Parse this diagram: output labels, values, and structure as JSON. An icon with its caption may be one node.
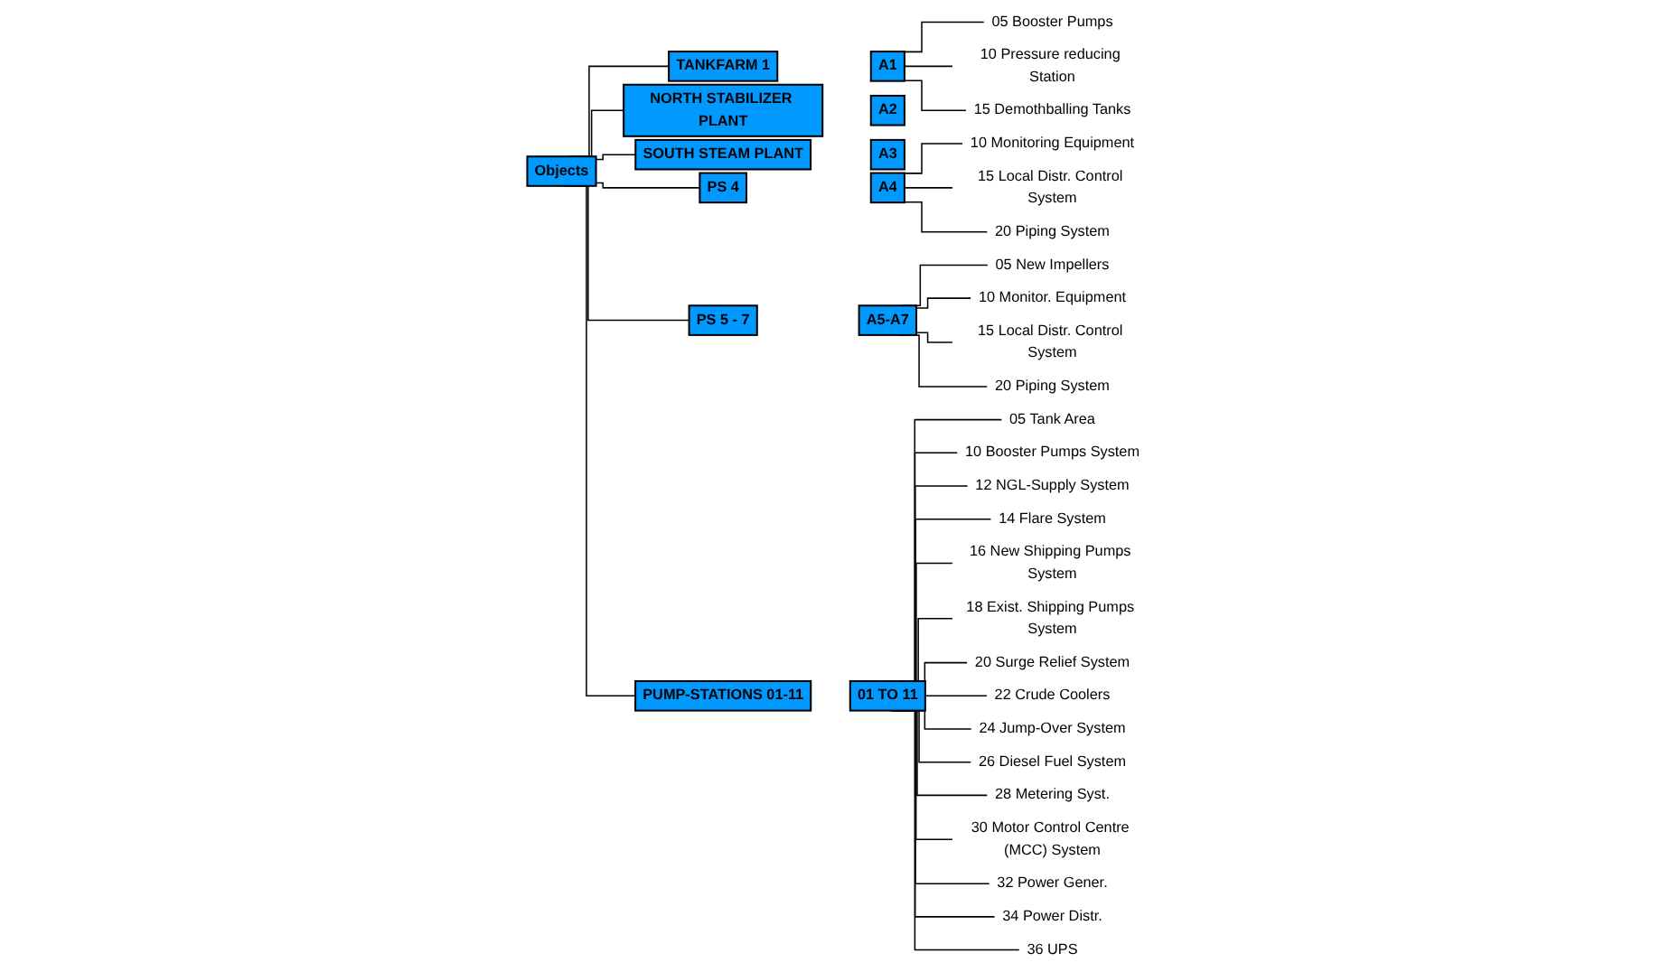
{
  "diagram": {
    "nodes": [
      {
        "text": [
          "Objects"
        ]
      },
      {
        "text": [
          "A1"
        ]
      },
      {
        "text": [
          "TANKFARM 1"
        ]
      },
      {
        "text": [
          "05 Booster Pumps"
        ]
      },
      {
        "text": [
          "10 Pressure reducing Station"
        ]
      },
      {
        "text": [
          "15 Demothballing Tanks"
        ]
      },
      {
        "text": [
          "A2"
        ]
      },
      {
        "text": [
          "NORTH STABILIZER PLANT"
        ]
      },
      {
        "text": [
          "A3"
        ]
      },
      {
        "text": [
          "SOUTH STEAM PLANT"
        ]
      },
      {
        "text": [
          "A4"
        ]
      },
      {
        "text": [
          "PS 4"
        ]
      },
      {
        "text": [
          "10 Monitoring Equipment"
        ]
      },
      {
        "text": [
          "15 Local Distr. Control System"
        ]
      },
      {
        "text": [
          "20 Piping System"
        ]
      },
      {
        "text": [
          "A5-A7"
        ]
      },
      {
        "text": [
          "PS 5 - 7"
        ]
      },
      {
        "text": [
          "05 New Impellers"
        ]
      },
      {
        "text": [
          "10 Monitor. Equipment"
        ]
      },
      {
        "text": [
          "15 Local Distr. Control System"
        ]
      },
      {
        "text": [
          "20 Piping System"
        ]
      },
      {
        "text": [
          "01 TO 11"
        ]
      },
      {
        "text": [
          "PUMP-STATIONS 01-11"
        ]
      },
      {
        "text": [
          "05 Tank Area"
        ]
      },
      {
        "text": [
          "10 Booster Pumps System"
        ]
      },
      {
        "text": [
          "12 NGL-Supply System"
        ]
      },
      {
        "text": [
          "14 Flare System"
        ]
      },
      {
        "text": [
          "16 New Shipping Pumps System"
        ]
      },
      {
        "text": [
          "18 Exist. Shipping Pumps System"
        ]
      },
      {
        "text": [
          "20 Surge Relief System"
        ]
      },
      {
        "text": [
          "22 Crude Coolers"
        ]
      },
      {
        "text": [
          "24 Jump-Over System"
        ]
      },
      {
        "text": [
          "26 Diesel Fuel System"
        ]
      },
      {
        "text": [
          "28 Metering Syst."
        ]
      },
      {
        "text": [
          "30 Motor Control Centre (MCC) System"
        ]
      },
      {
        "text": [
          "32 Power Gener."
        ]
      },
      {
        "text": [
          "34 Power Distr."
        ]
      },
      {
        "text": [
          "36 UPS"
        ]
      }
    ],
    "edges": [
      {
        "from": 0,
        "to": 2,
        "arrow": "none"
      },
      {
        "from": 0,
        "to": 7,
        "arrow": "none"
      },
      {
        "from": 0,
        "to": 9,
        "arrow": "none"
      },
      {
        "from": 0,
        "to": 11,
        "arrow": "none"
      },
      {
        "from": 0,
        "to": 16,
        "arrow": "none"
      },
      {
        "from": 0,
        "to": 22,
        "arrow": "none"
      },
      {
        "from": 1,
        "to": 3,
        "arrow": "none"
      },
      {
        "from": 1,
        "to": 4,
        "arrow": "none"
      },
      {
        "from": 1,
        "to": 5,
        "arrow": "none"
      },
      {
        "from": 10,
        "to": 12,
        "arrow": "none"
      },
      {
        "from": 10,
        "to": 13,
        "arrow": "none"
      },
      {
        "from": 10,
        "to": 14,
        "arrow": "none"
      },
      {
        "from": 15,
        "to": 17,
        "arrow": "none"
      },
      {
        "from": 15,
        "to": 18,
        "arrow": "none"
      },
      {
        "from": 15,
        "to": 19,
        "arrow": "none"
      },
      {
        "from": 15,
        "to": 20,
        "arrow": "none"
      },
      {
        "from": 21,
        "to": 23,
        "arrow": "none"
      },
      {
        "from": 21,
        "to": 24,
        "arrow": "none"
      },
      {
        "from": 21,
        "to": 25,
        "arrow": "none"
      },
      {
        "from": 21,
        "to": 26,
        "arrow": "none"
      },
      {
        "from": 21,
        "to": 27,
        "arrow": "none"
      },
      {
        "from": 21,
        "to": 28,
        "arrow": "none"
      },
      {
        "from": 21,
        "to": 29,
        "arrow": "none"
      },
      {
        "from": 21,
        "to": 30,
        "arrow": "none"
      },
      {
        "from": 21,
        "to": 31,
        "arrow": "none"
      },
      {
        "from": 21,
        "to": 32,
        "arrow": "none"
      },
      {
        "from": 21,
        "to": 33,
        "arrow": "none"
      },
      {
        "from": 21,
        "to": 34,
        "arrow": "none"
      },
      {
        "from": 21,
        "to": 35,
        "arrow": "none"
      },
      {
        "from": 21,
        "to": 36,
        "arrow": "none"
      },
      {
        "from": 21,
        "to": 37,
        "arrow": "none"
      }
    ]
  }
}
